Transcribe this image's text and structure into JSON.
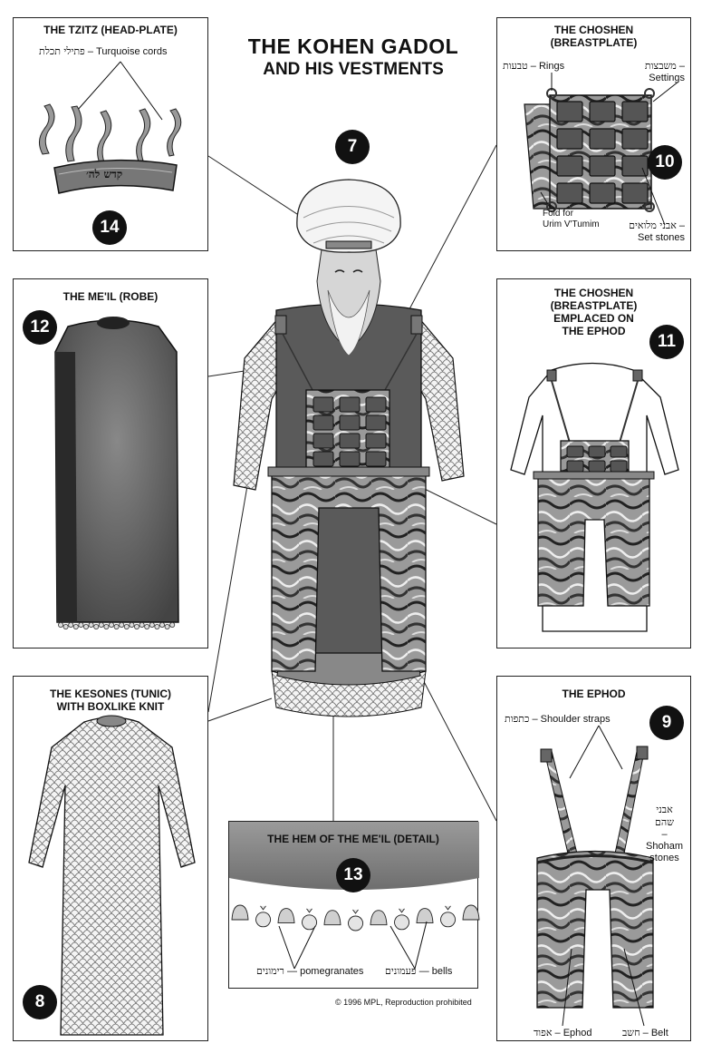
{
  "title": {
    "line1": "THE KOHEN GADOL",
    "line2": "AND HIS VESTMENTS"
  },
  "copyright": "© 1996 MPL, Reproduction prohibited",
  "main_figure": {
    "badge": "7"
  },
  "panels": {
    "tzitz": {
      "title": "THE TZITZ (HEAD-PLATE)",
      "badge": "14",
      "cords_hebrew": "פתילי תכלת",
      "cords_label": "– Turquoise cords",
      "plate_text": "קדש לה׳"
    },
    "choshen": {
      "title_line1": "THE CHOSHEN",
      "title_line2": "(BREASTPLATE)",
      "badge": "10",
      "rings_hebrew": "טבעות",
      "rings_label": "– Rings",
      "settings_hebrew": "משבצות",
      "settings_dash": "–",
      "settings_label": "Settings",
      "fold_line1": "Fold for",
      "fold_line2": "Urim V'Tumim",
      "stones_hebrew": "אבני מלואים",
      "stones_dash": "–",
      "stones_label": "Set stones"
    },
    "meil": {
      "title": "THE ME'IL (ROBE)",
      "badge": "12"
    },
    "choshen_ephod": {
      "title_line1": "THE CHOSHEN",
      "title_line2": "(BREASTPLATE)",
      "title_line3": "EMPLACED ON",
      "title_line4": "THE EPHOD",
      "badge": "11"
    },
    "kesones": {
      "title_line1": "THE KESONES (TUNIC)",
      "title_line2": "WITH BOXLIKE KNIT",
      "badge": "8"
    },
    "hem": {
      "title": "THE HEM OF THE ME'IL (DETAIL)",
      "badge": "13",
      "pomegranates_hebrew": "רימונים",
      "pomegranates_label": "— pomegranates",
      "bells_hebrew": "פעמונים",
      "bells_label": "— bells"
    },
    "ephod": {
      "title": "THE EPHOD",
      "badge": "9",
      "straps_hebrew": "כתפות",
      "straps_label": "– Shoulder straps",
      "shoham_hebrew_1": "אבני",
      "shoham_hebrew_2": "שהם",
      "shoham_dash": "–",
      "shoham_line1": "Shoham",
      "shoham_line2": "stones",
      "ephod_hebrew": "אפוד",
      "ephod_label": "– Ephod",
      "belt_hebrew": "חשב",
      "belt_label": "– Belt"
    }
  },
  "colors": {
    "ink": "#111111",
    "robe": "#555555",
    "robe_dark": "#2a2a2a",
    "fabric_light": "#e9e9e9",
    "stone": "#6a6a6a"
  }
}
